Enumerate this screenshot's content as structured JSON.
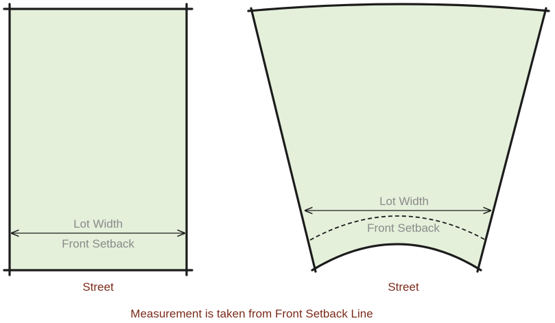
{
  "left_lot": {
    "width_label": "Lot Width",
    "setback_label": "Front Setback",
    "street_label": "Street"
  },
  "right_lot": {
    "width_label": "Lot Width",
    "setback_label": "Front Setback",
    "street_label": "Street"
  },
  "caption": "Measurement is taken from Front Setback Line",
  "colors": {
    "lot_fill": "#e4f0da",
    "boundary": "#1c1c1c",
    "label_gray": "#8a8a8a",
    "street_text": "#7a2a1a"
  }
}
